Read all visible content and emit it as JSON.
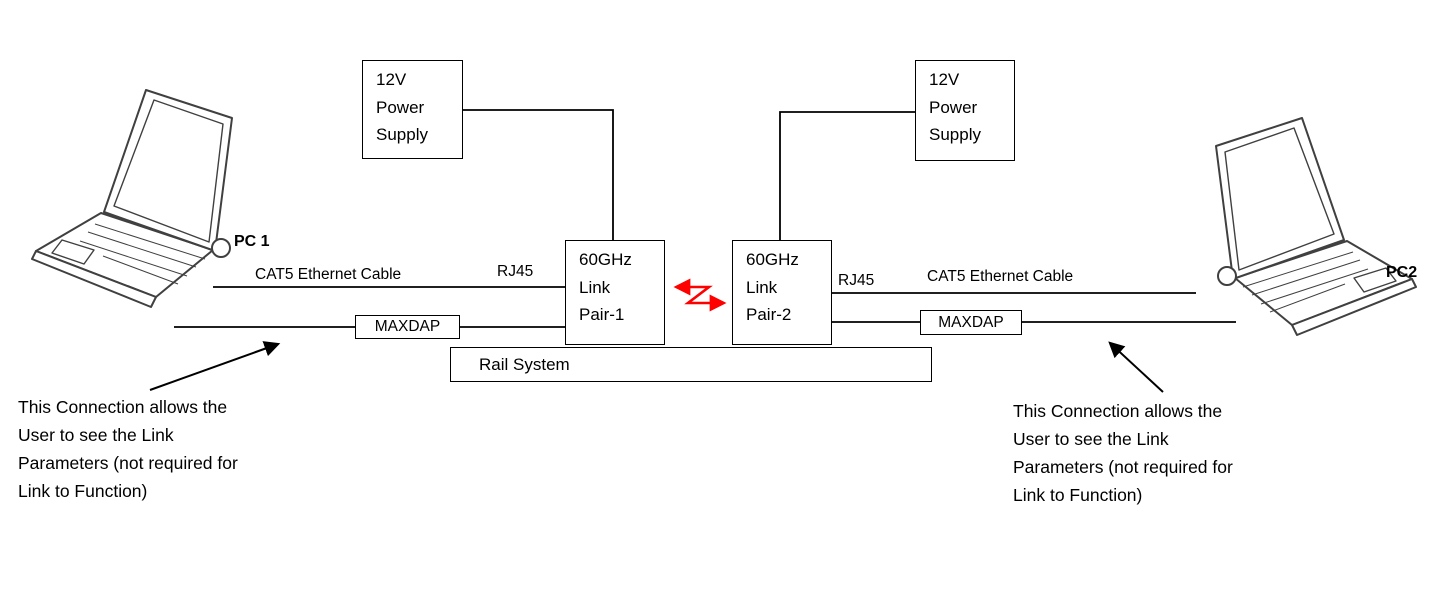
{
  "labels": {
    "pc1": "PC 1",
    "pc2": "PC2",
    "cat5_left": "CAT5 Ethernet Cable",
    "cat5_right": "CAT5 Ethernet Cable",
    "rj45_left": "RJ45",
    "rj45_right": "RJ45"
  },
  "boxes": {
    "power_supply_left": "12V\nPower\nSupply",
    "power_supply_right": "12V\nPower\nSupply",
    "link_pair_1": "60GHz\nLink\nPair-1",
    "link_pair_2": "60GHz\nLink\nPair-2",
    "maxdap_left": "MAXDAP",
    "maxdap_right": "MAXDAP",
    "rail_system": "Rail System"
  },
  "annotations": {
    "left": "This Connection allows the\nUser to see the Link\nParameters (not required for\nLink to Function)",
    "right": "This Connection allows the\nUser to see the Link\nParameters (not required for\nLink to Function)"
  },
  "colors": {
    "wire": "#000000",
    "wireless_link": "#ff0000",
    "background": "#ffffff"
  },
  "icons": {
    "laptop_left": "laptop",
    "laptop_right": "laptop",
    "wireless_link": "zigzag-double-arrow"
  }
}
